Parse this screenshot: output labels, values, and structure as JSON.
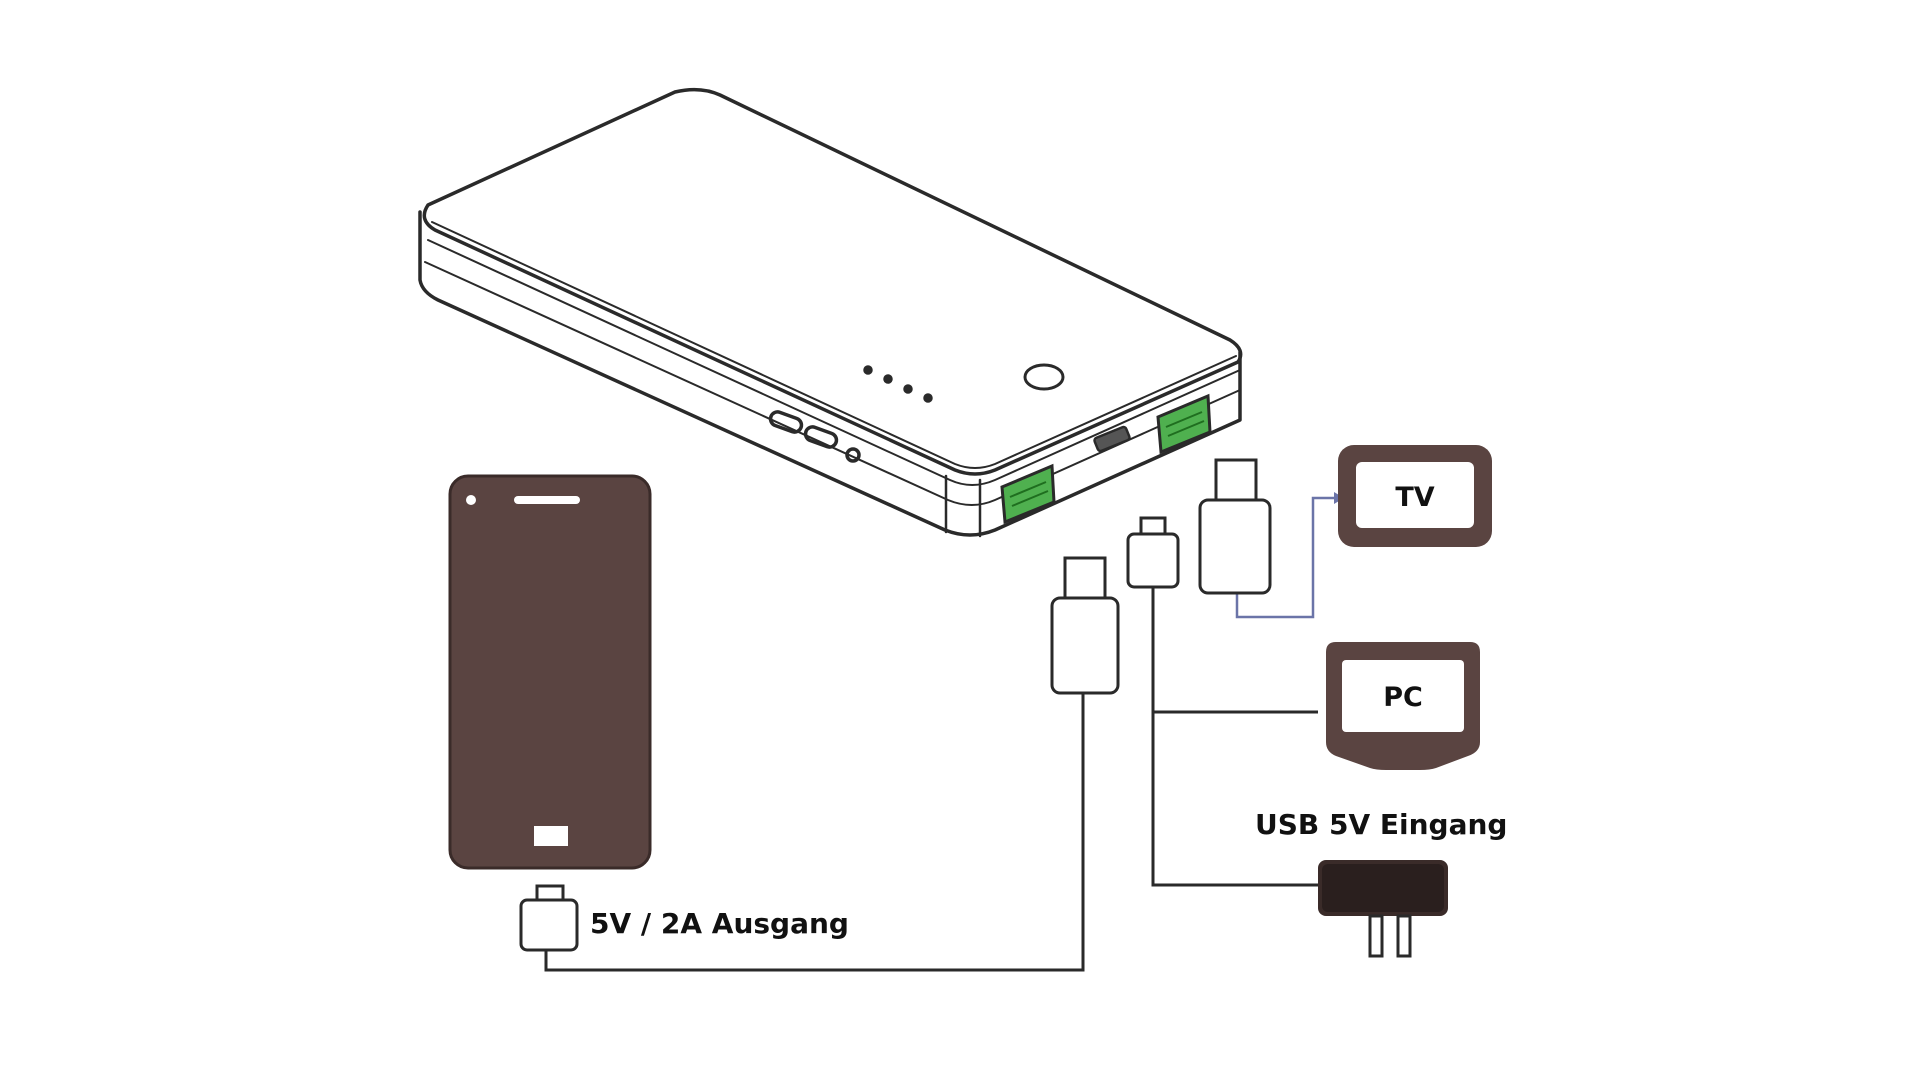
{
  "labels": {
    "tv": "TV",
    "pc": "PC",
    "input": "USB 5V Eingang",
    "output": "5V / 2A Ausgang"
  },
  "colors": {
    "line": "#2a2a2a",
    "device": "#5a4441",
    "port_green": "#4fb04f",
    "cable_blue": "#6b74a8"
  },
  "icons": [
    "power-bank-icon",
    "smartphone-icon",
    "tv-icon",
    "pc-monitor-icon",
    "wall-adapter-icon",
    "usb-a-plug-icon",
    "micro-usb-plug-icon"
  ]
}
